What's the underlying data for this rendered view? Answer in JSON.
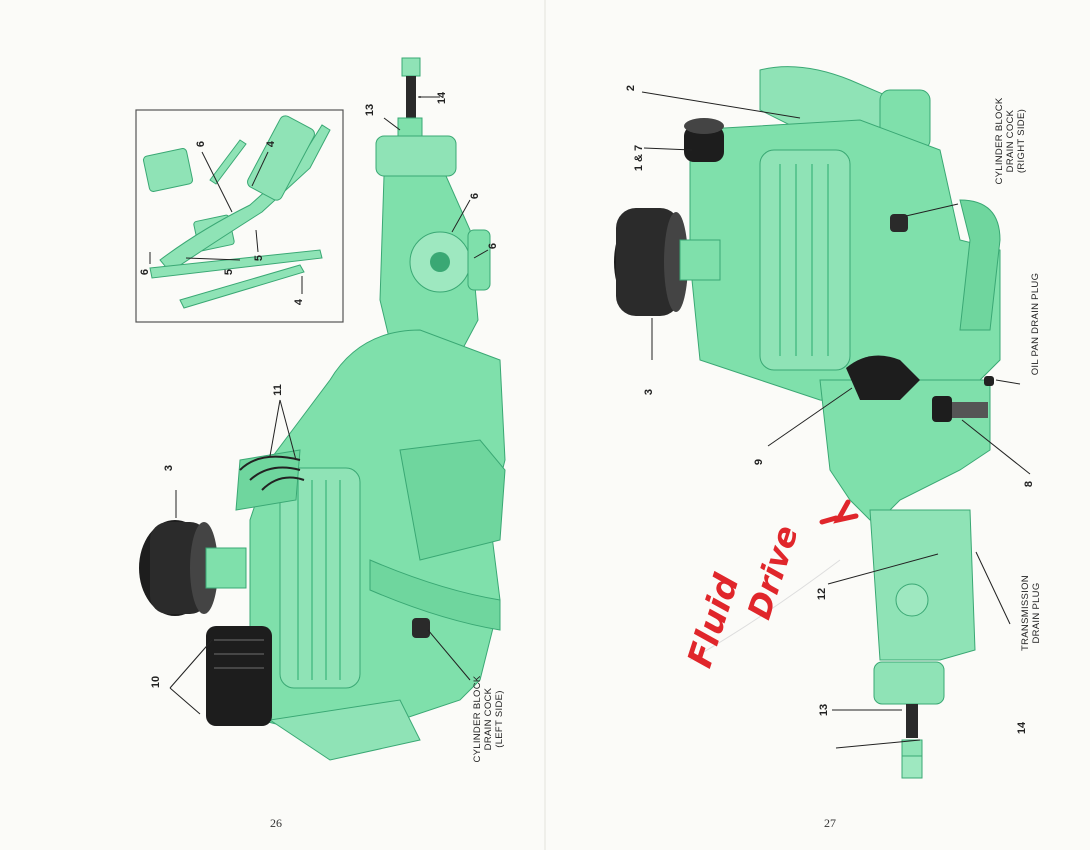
{
  "colors": {
    "engine_green": "#7fe0ab",
    "engine_dark": "#3aa874",
    "housing_black": "#1d1d1d",
    "ink_red": "#e0262b",
    "paper": "#fbfbf8"
  },
  "left_page": {
    "page_number": "26",
    "drain_label_left": [
      "CYLINDER BLOCK",
      "DRAIN COCK",
      "(LEFT SIDE)"
    ],
    "callouts": {
      "c3": "3",
      "c4a": "4",
      "c4b": "4",
      "c5a": "5",
      "c5b": "5",
      "c6a": "6",
      "c6b": "6",
      "c6c": "6",
      "c6d": "6",
      "c10": "10",
      "c11": "11",
      "c13": "13",
      "c14": "14"
    }
  },
  "right_page": {
    "page_number": "27",
    "drain_label_right": [
      "CYLINDER BLOCK",
      "DRAIN COCK",
      "(RIGHT SIDE)"
    ],
    "oil_pan_label": "OIL PAN DRAIN PLUG",
    "transmission_label": [
      "TRANSMISSION",
      "DRAIN PLUG"
    ],
    "callouts": {
      "c1_7": "1 & 7",
      "c2": "2",
      "c3": "3",
      "c8": "8",
      "c9": "9",
      "c12": "12",
      "c13": "13",
      "c14": "14"
    },
    "handwriting": {
      "line1": "Fluid",
      "line2": "Drive"
    }
  }
}
